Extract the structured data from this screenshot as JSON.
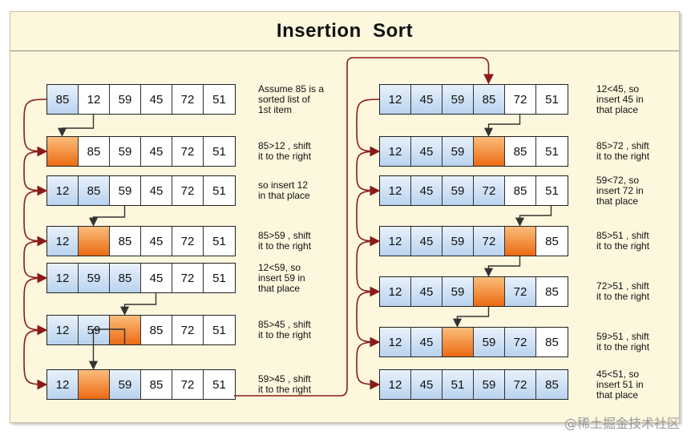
{
  "title": "Insertion  Sort",
  "watermark": "@稀土掘金技术社区",
  "colors": {
    "sorted": "#c6dcf3",
    "hole": "#f07f2a",
    "arrow": "#8b1a1a",
    "background": "#fcf7dd"
  },
  "left_steps": [
    {
      "cells": [
        "85",
        "12",
        "59",
        "45",
        "72",
        "51"
      ],
      "note": "Assume 85 is a\nsorted list of\n1st item"
    },
    {
      "cells": [
        "",
        "85",
        "59",
        "45",
        "72",
        "51"
      ],
      "note": "85>12 , shift\nit to the right"
    },
    {
      "cells": [
        "12",
        "85",
        "59",
        "45",
        "72",
        "51"
      ],
      "note": "so insert 12\nin that place"
    },
    {
      "cells": [
        "12",
        "",
        "85",
        "45",
        "72",
        "51"
      ],
      "note": "85>59 , shift\nit to the right"
    },
    {
      "cells": [
        "12",
        "59",
        "85",
        "45",
        "72",
        "51"
      ],
      "note": "12<59, so\ninsert 59 in\nthat place"
    },
    {
      "cells": [
        "12",
        "59",
        "",
        "85",
        "72",
        "51"
      ],
      "note": "85>45 , shift\nit to the right"
    },
    {
      "cells": [
        "12",
        "",
        "59",
        "85",
        "72",
        "51"
      ],
      "note": "59>45 , shift\nit to the right"
    }
  ],
  "right_steps": [
    {
      "cells": [
        "12",
        "45",
        "59",
        "85",
        "72",
        "51"
      ],
      "note": "12<45, so\ninsert 45 in\nthat place"
    },
    {
      "cells": [
        "12",
        "45",
        "59",
        "",
        "85",
        "51"
      ],
      "note": "85>72 , shift\nit to the right"
    },
    {
      "cells": [
        "12",
        "45",
        "59",
        "72",
        "85",
        "51"
      ],
      "note": "59<72, so\ninsert 72 in\nthat place"
    },
    {
      "cells": [
        "12",
        "45",
        "59",
        "72",
        "",
        "85"
      ],
      "note": "85>51 , shift\nit to the right"
    },
    {
      "cells": [
        "12",
        "45",
        "59",
        "",
        "72",
        "85"
      ],
      "note": "72>51 , shift\nit to the right"
    },
    {
      "cells": [
        "12",
        "45",
        "",
        "59",
        "72",
        "85"
      ],
      "note": "59>51 , shift\nit to the right"
    },
    {
      "cells": [
        "12",
        "45",
        "51",
        "59",
        "72",
        "85"
      ],
      "note": "45<51, so\ninsert 51 in\nthat place"
    }
  ],
  "left_shading": [
    1,
    1,
    2,
    2,
    3,
    3,
    3
  ],
  "right_shading": [
    4,
    4,
    4,
    5,
    5,
    5,
    6
  ]
}
